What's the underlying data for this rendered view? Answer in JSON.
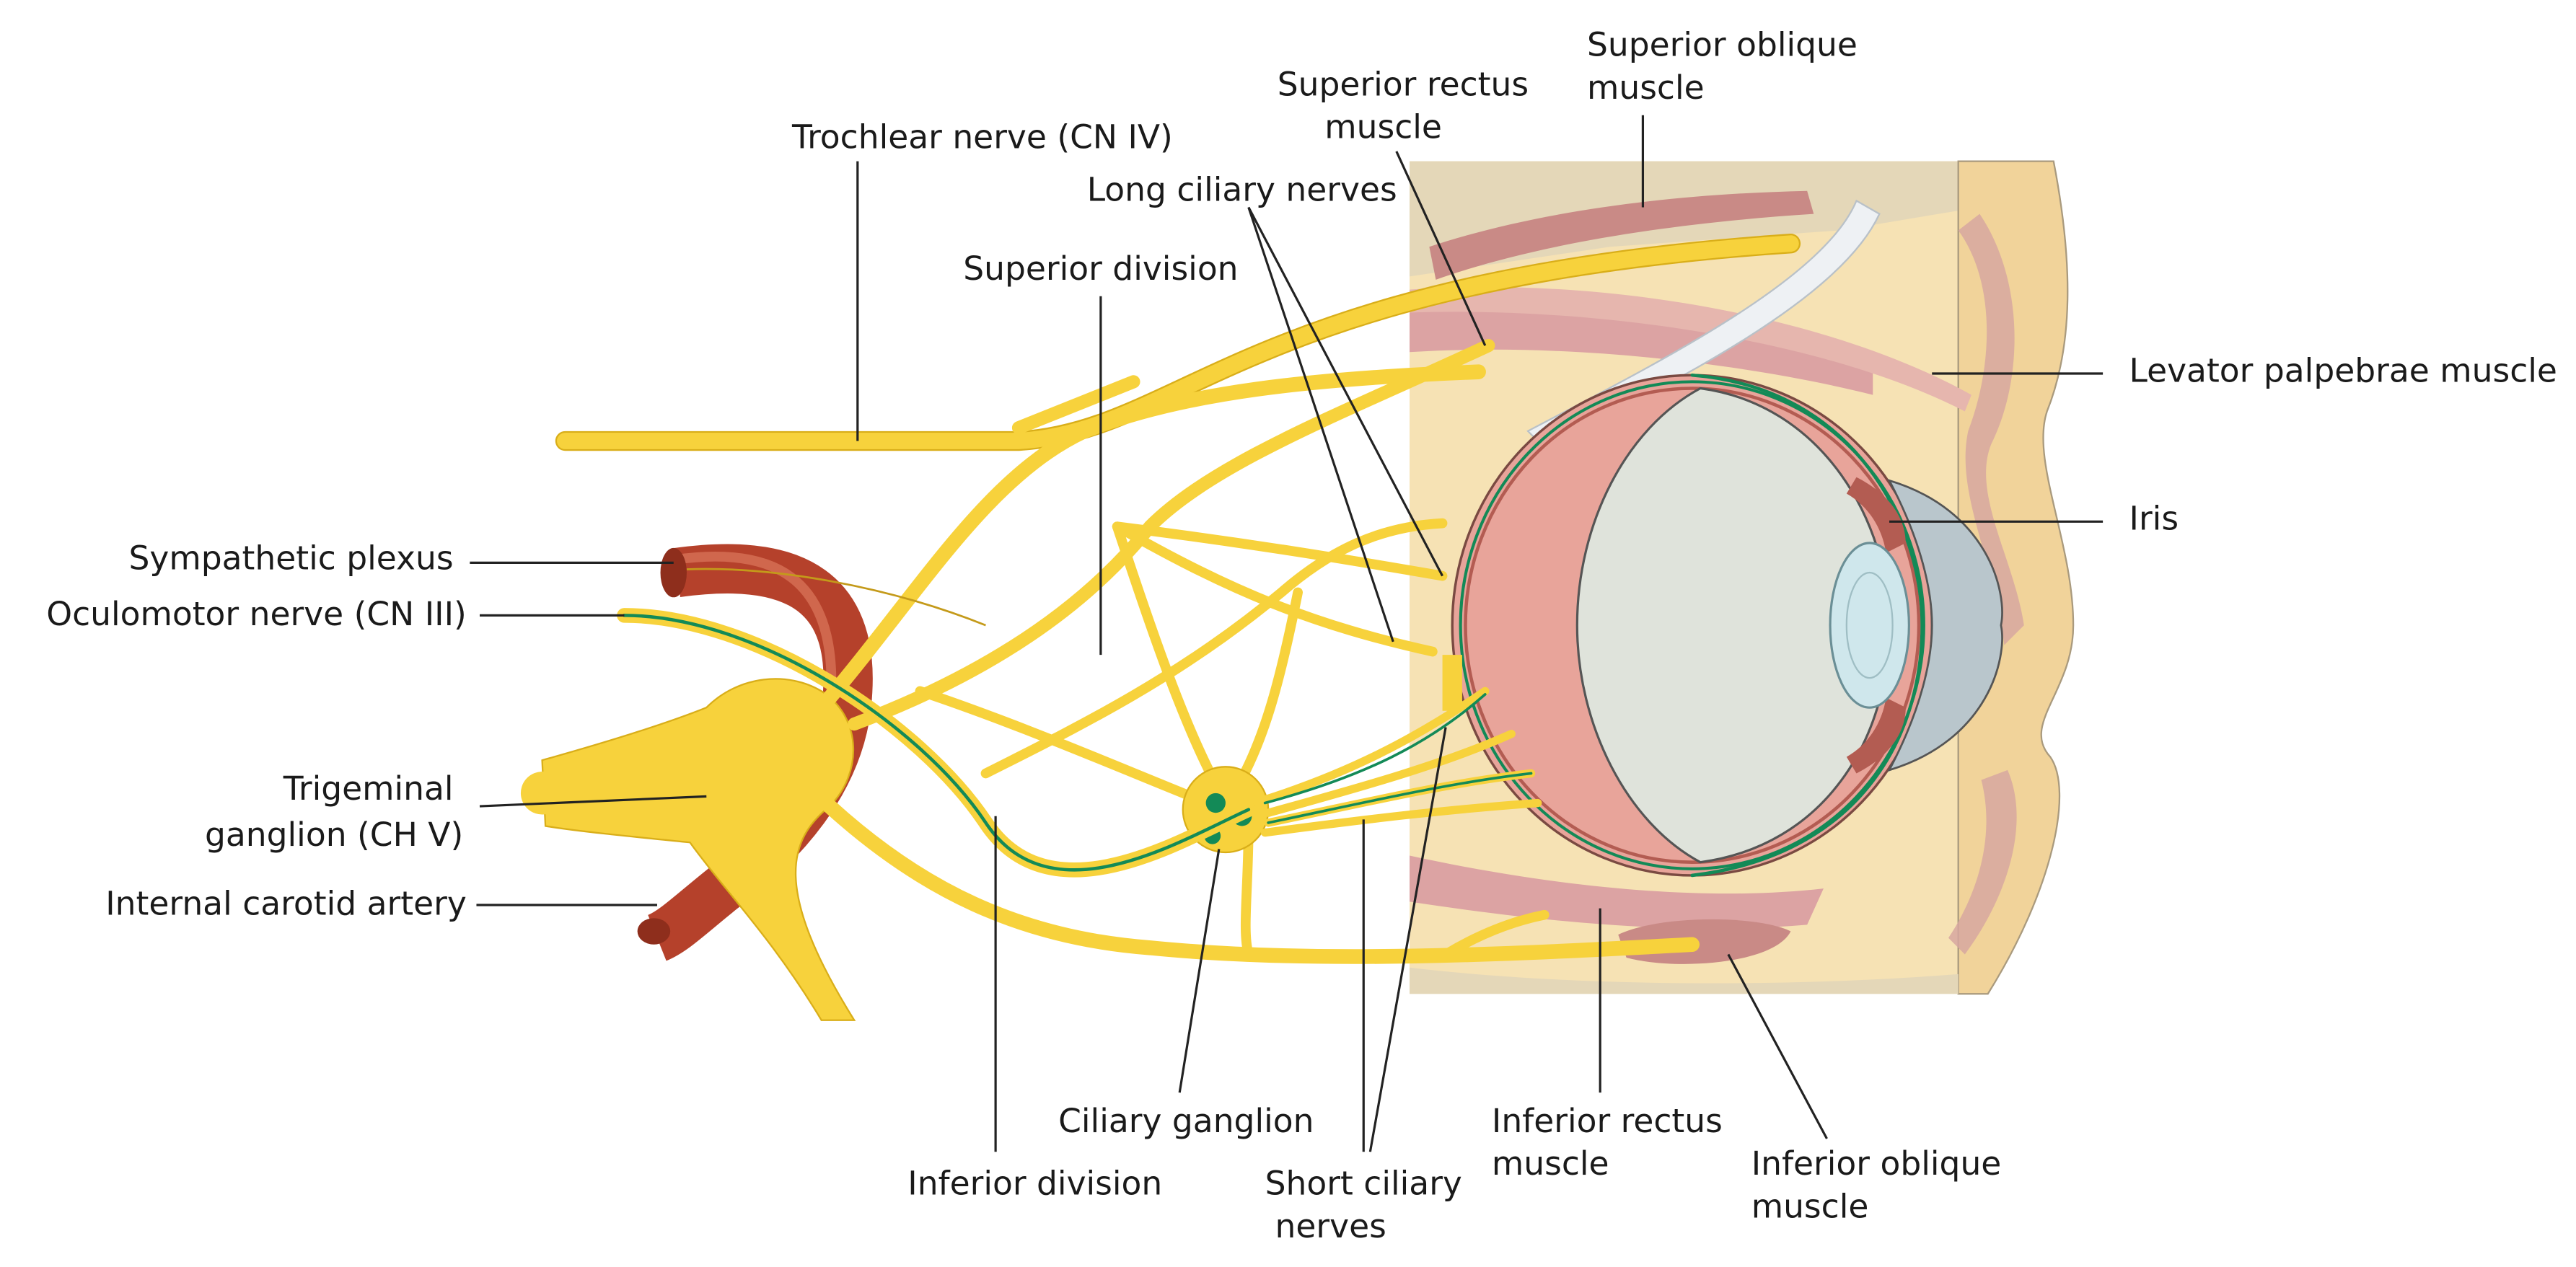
{
  "labels": {
    "trochlear": "Trochlear nerve (CN IV)",
    "superior_rectus_1": "Superior rectus",
    "superior_rectus_2": "muscle",
    "superior_oblique_1": "Superior oblique",
    "superior_oblique_2": "muscle",
    "long_ciliary": "Long ciliary nerves",
    "superior_division": "Superior division",
    "levator": "Levator palpebrae muscle",
    "iris": "Iris",
    "sympathetic": "Sympathetic plexus",
    "oculomotor": "Oculomotor nerve (CN III)",
    "trigeminal_1": "Trigeminal",
    "trigeminal_2": "ganglion (CH V)",
    "carotid": "Internal carotid artery",
    "ciliary_ganglion": "Ciliary ganglion",
    "inferior_division": "Inferior division",
    "short_ciliary_1": "Short ciliary",
    "short_ciliary_2": "nerves",
    "inferior_rectus_1": "Inferior rectus",
    "inferior_rectus_2": "muscle",
    "inferior_oblique_1": "Inferior oblique",
    "inferior_oblique_2": "muscle"
  },
  "colors": {
    "nerve": "#f7d23c",
    "artery": "#b5412b",
    "muscle": "#dca3a3",
    "tissue": "#f6e2b4",
    "sclera": "#e8a49a",
    "vitreous": "#dfe3db",
    "lens": "#cfe7ec",
    "cornea": "#b9c6cc",
    "nerve_fiber": "#138a57"
  }
}
